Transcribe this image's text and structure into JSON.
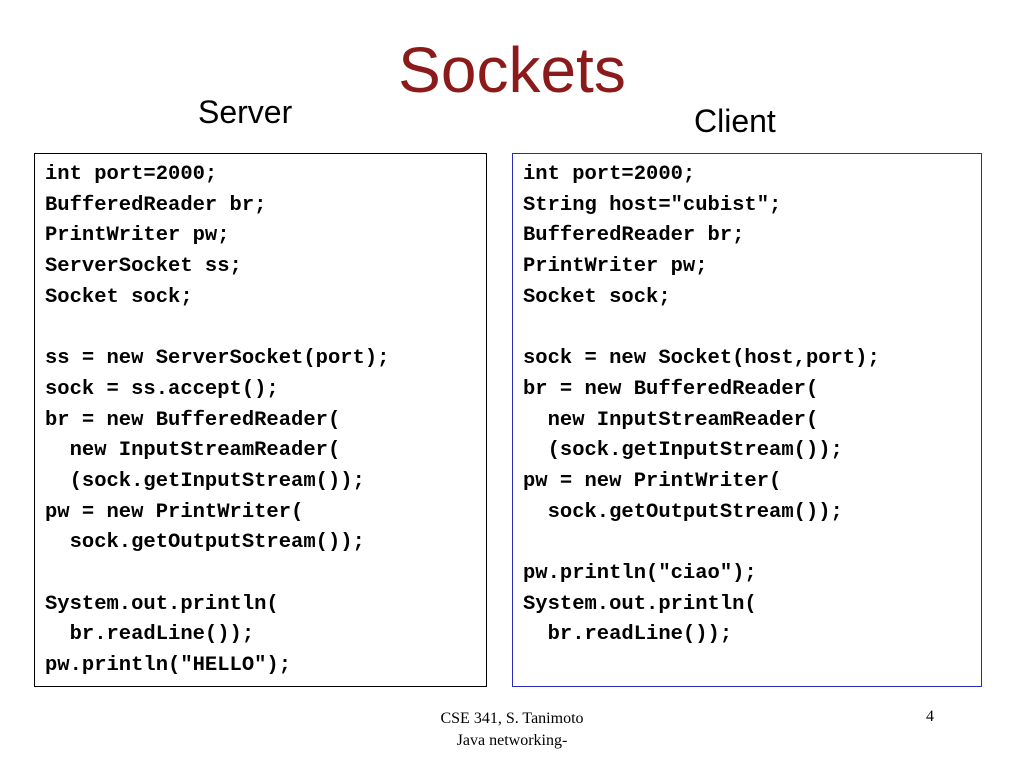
{
  "slide": {
    "title": "Sockets",
    "server_label": "Server",
    "client_label": "Client"
  },
  "server_code": [
    "int port=2000;",
    "BufferedReader br;",
    "PrintWriter pw;",
    "ServerSocket ss;",
    "Socket sock;",
    "",
    "ss = new ServerSocket(port);",
    "sock = ss.accept();",
    "br = new BufferedReader(",
    "  new InputStreamReader(",
    "  (sock.getInputStream());",
    "pw = new PrintWriter(",
    "  sock.getOutputStream());",
    "",
    "System.out.println(",
    "  br.readLine());",
    "pw.println(\"HELLO\");"
  ],
  "client_code": [
    "int port=2000;",
    "String host=″cubist\";",
    "BufferedReader br;",
    "PrintWriter pw;",
    "Socket sock;",
    "",
    "sock = new Socket(host,port);",
    "br = new BufferedReader(",
    "  new InputStreamReader(",
    "  (sock.getInputStream());",
    "pw = new PrintWriter(",
    "  sock.getOutputStream());",
    "",
    "pw.println(\"ciao\");",
    "System.out.println(",
    "  br.readLine());"
  ],
  "footer": {
    "line1": "CSE 341, S. Tanimoto",
    "line2": "Java networking-",
    "page_number": "4"
  },
  "colors": {
    "title": "#8b1a1a",
    "client_border": "#2a2ab8",
    "server_border": "#000000"
  }
}
